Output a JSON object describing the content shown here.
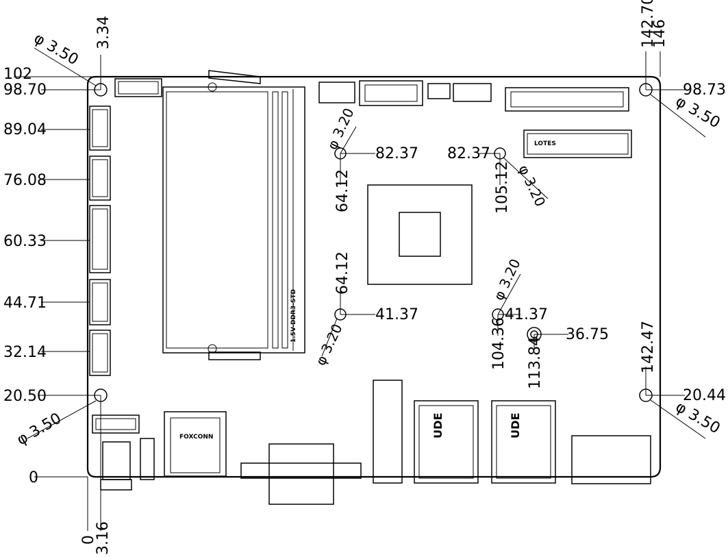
{
  "board": {
    "label_sodimm": "1.5V-DDR3-STD",
    "label_lotes": "LOTES",
    "label_foxconn": "FOXCONN",
    "label_udp_1": "UDE",
    "label_udp_2": "UDE"
  },
  "dimensions": {
    "top_left_hole_dia": "φ 3.50",
    "top_left_x": "3.34",
    "top_left_y_outer": "102",
    "top_left_y_hole": "98.70",
    "header_1": "89.04",
    "header_2": "76.08",
    "header_3": "60.33",
    "header_4": "44.71",
    "header_5": "32.14",
    "bottom_left_y": "20.50",
    "bottom_left_hole_dia": "φ 3.50",
    "origin_y": "0",
    "origin_x": "0",
    "bottom_left_x": "3.16",
    "top_right_x_hole": "142.70",
    "top_right_x_edge": "146",
    "top_right_y": "98.73",
    "top_right_hole_dia": "φ 3.50",
    "cpu_tl_hole_dia": "φ 3.20",
    "cpu_tl_y": "82.37",
    "cpu_tl_x": "64.12",
    "cpu_tr_y": "82.37",
    "cpu_tr_x": "105.12",
    "cpu_tr_hole_dia": "φ 3.20",
    "cpu_bl_x": "64.12",
    "cpu_bl_y": "41.37",
    "cpu_bl_hole_dia": "φ 3.20",
    "cpu_br_hole_dia": "φ 3.20",
    "cpu_br_y": "41.37",
    "cpu_br_x": "104.36",
    "standoff_y": "36.75",
    "standoff_x": "113.84",
    "bottom_right_x": "142.47",
    "bottom_right_y": "20.44",
    "bottom_right_hole_dia": "φ 3.50"
  }
}
